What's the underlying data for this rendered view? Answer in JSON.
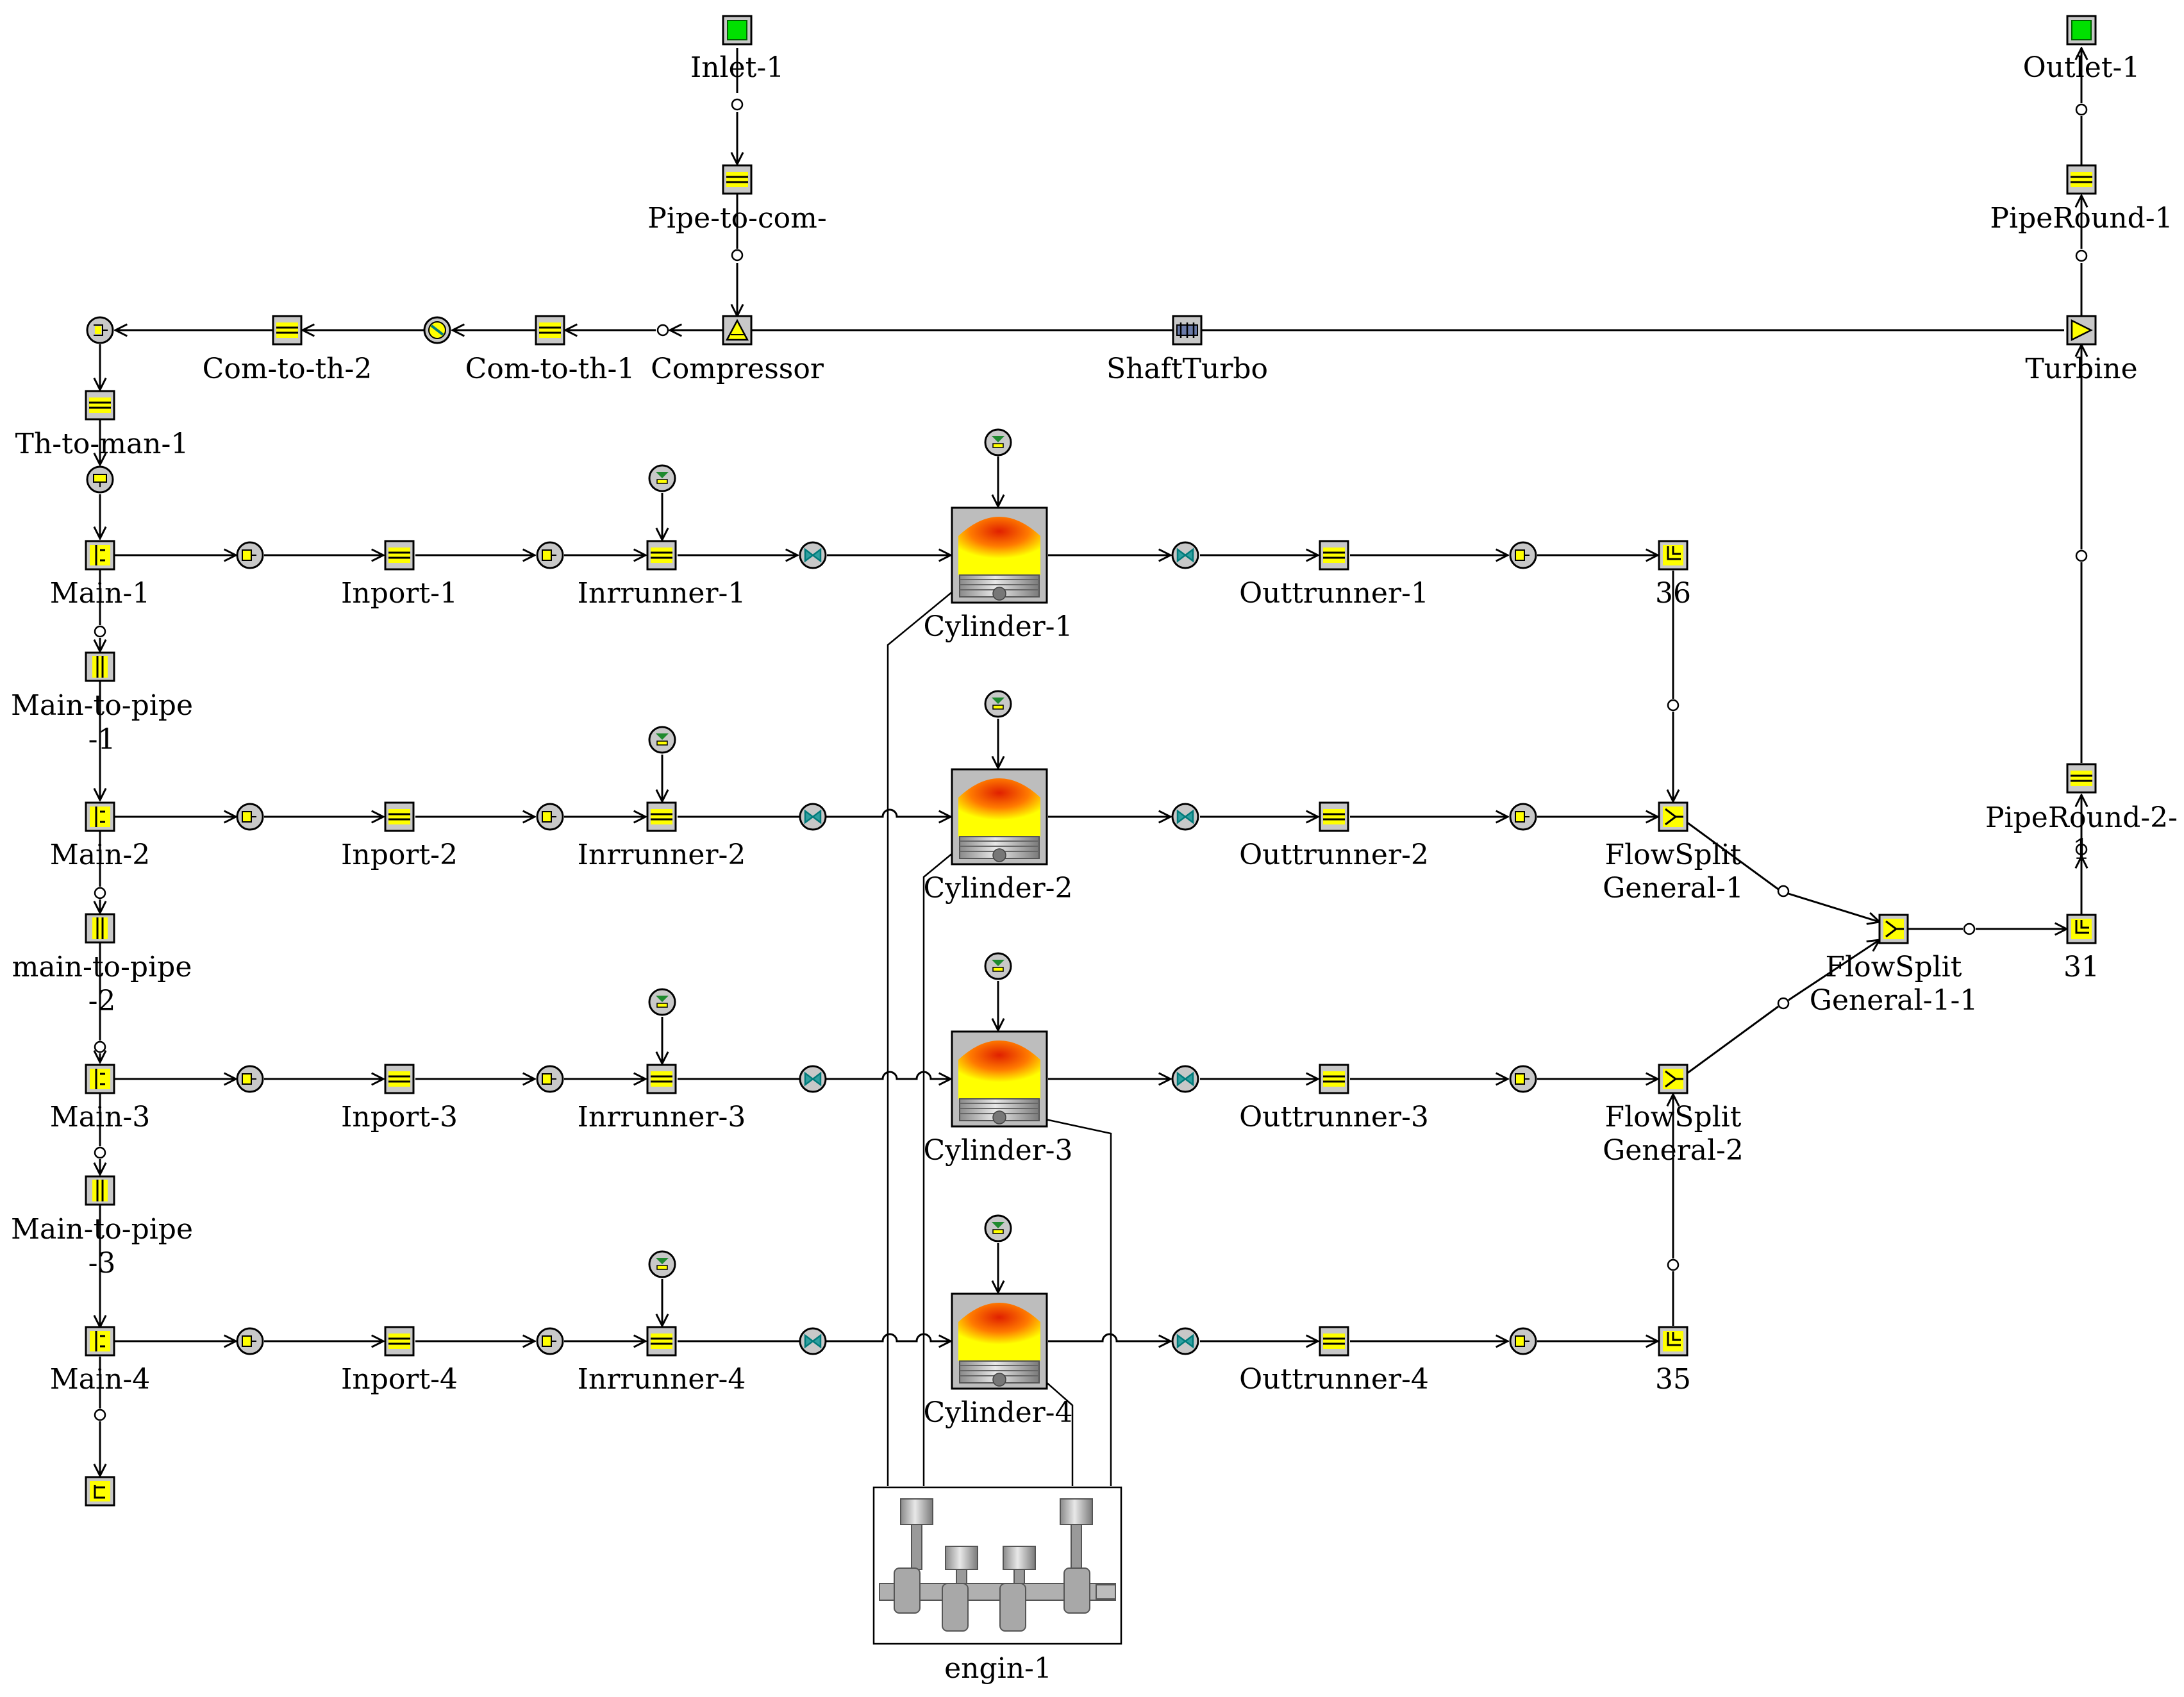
{
  "colors": {
    "line": "#000000",
    "block_yellow": "#ffff00",
    "block_gray": "#c8c8c8",
    "boundary_green": "#00e000",
    "valve_teal": "#007a7a",
    "injector_green": "#1f8a2e",
    "combustion_red": "#e02000"
  },
  "blocks": {
    "inlet": "Inlet-1",
    "outlet": "Outlet-1",
    "pipe_to_com": "Pipe-to-com-",
    "pipe_round_1": "PipeRound-1",
    "compressor": "Compressor",
    "com_to_th_1": "Com-to-th-1",
    "com_to_th_2": "Com-to-th-2",
    "shaft_turbo": "ShaftTurbo",
    "turbine": "Turbine",
    "th_to_man_1": "Th-to-man-1",
    "main_1": "Main-1",
    "main_2": "Main-2",
    "main_3": "Main-3",
    "main_4": "Main-4",
    "main_to_pipe_1": [
      "Main-to-pipe",
      "-1"
    ],
    "main_to_pipe_2": [
      "main-to-pipe",
      "-2"
    ],
    "main_to_pipe_3": [
      "Main-to-pipe",
      "-3"
    ],
    "inport_1": "Inport-1",
    "inport_2": "Inport-2",
    "inport_3": "Inport-3",
    "inport_4": "Inport-4",
    "inrunner_1": "Inrrunner-1",
    "inrunner_2": "Inrrunner-2",
    "inrunner_3": "Inrrunner-3",
    "inrunner_4": "Inrrunner-4",
    "cylinder_1": "Cylinder-1",
    "cylinder_2": "Cylinder-2",
    "cylinder_3": "Cylinder-3",
    "cylinder_4": "Cylinder-4",
    "outrunner_1": "Outtrunner-1",
    "outrunner_2": "Outtrunner-2",
    "outrunner_3": "Outtrunner-3",
    "outrunner_4": "Outtrunner-4",
    "bend_36": "36",
    "bend_35": "35",
    "bend_31": "31",
    "flowsplit_1": [
      "FlowSplit",
      "General-1"
    ],
    "flowsplit_2": [
      "FlowSplit",
      "General-2"
    ],
    "flowsplit_1_1": [
      "FlowSplit",
      "General-1-1"
    ],
    "pipe_round_2": [
      "PipeRound-2-",
      "1"
    ],
    "engine": "engin-1"
  }
}
